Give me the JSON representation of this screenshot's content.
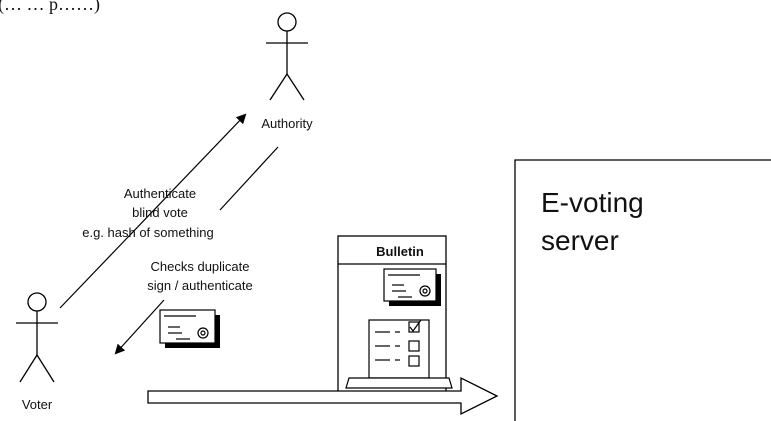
{
  "top_fragment": "(… … p……)",
  "actors": {
    "authority": "Authority",
    "voter": "Voter"
  },
  "arrow_up_labels": [
    "Authenticate",
    "blind vote",
    "e.g. hash of something"
  ],
  "arrow_down_labels": [
    "Checks duplicate",
    "sign / authenticate"
  ],
  "bulletin": {
    "title": "Bulletin"
  },
  "server": {
    "line1": "E-voting",
    "line2": "server"
  },
  "icons": {
    "authority": "stick-figure-icon",
    "voter": "stick-figure-icon",
    "certificate": "certificate-icon",
    "ballot": "ballot-box-icon"
  }
}
